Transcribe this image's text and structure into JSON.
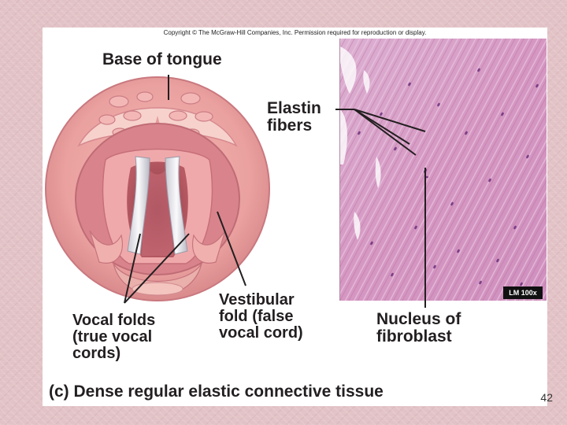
{
  "copyright": "Copyright © The McGraw-Hill Companies, Inc. Permission required for reproduction or display.",
  "labels": {
    "base_of_tongue": "Base of tongue",
    "elastin_fibers_line1": "Elastin",
    "elastin_fibers_line2": "fibers",
    "vocal_folds_line1": "Vocal folds",
    "vocal_folds_line2": "(true vocal",
    "vocal_folds_line3": "cords)",
    "vestibular_line1": "Vestibular",
    "vestibular_line2": "fold (false",
    "vestibular_line3": "vocal cord)",
    "nucleus_line1": "Nucleus of",
    "nucleus_line2": "fibroblast"
  },
  "magnification": "LM 100x",
  "caption": "(c) Dense regular elastic connective tissue",
  "page_number": "42",
  "colors": {
    "background": "#e2c2c6",
    "tissue": "#d98a9b",
    "micrograph": "#d69ac3",
    "text": "#231f20"
  }
}
